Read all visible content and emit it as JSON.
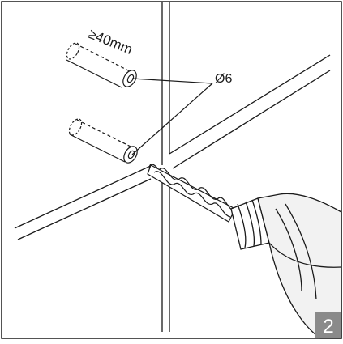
{
  "diagram": {
    "dimension_label": "≥40mm",
    "diameter_label": "Ø6",
    "step_number": "2"
  },
  "colors": {
    "line": "#1a1a1a",
    "background": "#ffffff",
    "badge": "#8a8a8a",
    "badge_text": "#ffffff",
    "drill_shade": "#f2f2f2"
  }
}
